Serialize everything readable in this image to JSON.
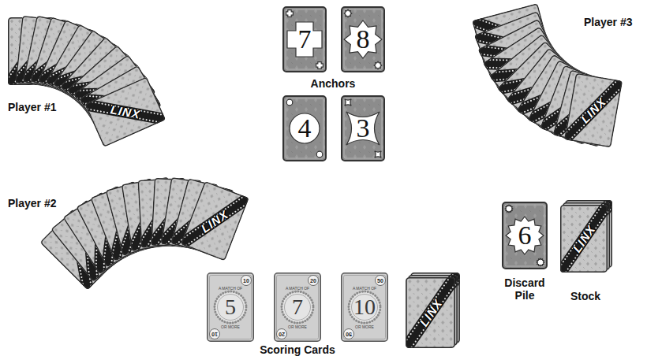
{
  "diagram": {
    "nodes": [
      {
        "text": [
          "7"
        ]
      },
      {
        "text": [
          "8"
        ]
      },
      {
        "text": [
          "4"
        ]
      },
      {
        "text": [
          "3"
        ]
      },
      {
        "text": [
          "6"
        ]
      },
      {
        "text": [
          "10",
          "A MATCH OF",
          "5",
          "OR MORE",
          "10"
        ]
      },
      {
        "text": [
          "20",
          "A MATCH OF",
          "7",
          "OR MORE",
          "20"
        ]
      },
      {
        "text": [
          "50",
          "A MATCH OF",
          "10",
          "OR MORE",
          "50"
        ]
      }
    ],
    "labels": [
      "Player #1",
      "Anchors",
      "Player #3",
      "Player #2",
      "Discard Pile",
      "Stock",
      "Scoring Cards",
      "LINX",
      "LINX",
      "LINX",
      "LINX",
      "LINX"
    ]
  }
}
